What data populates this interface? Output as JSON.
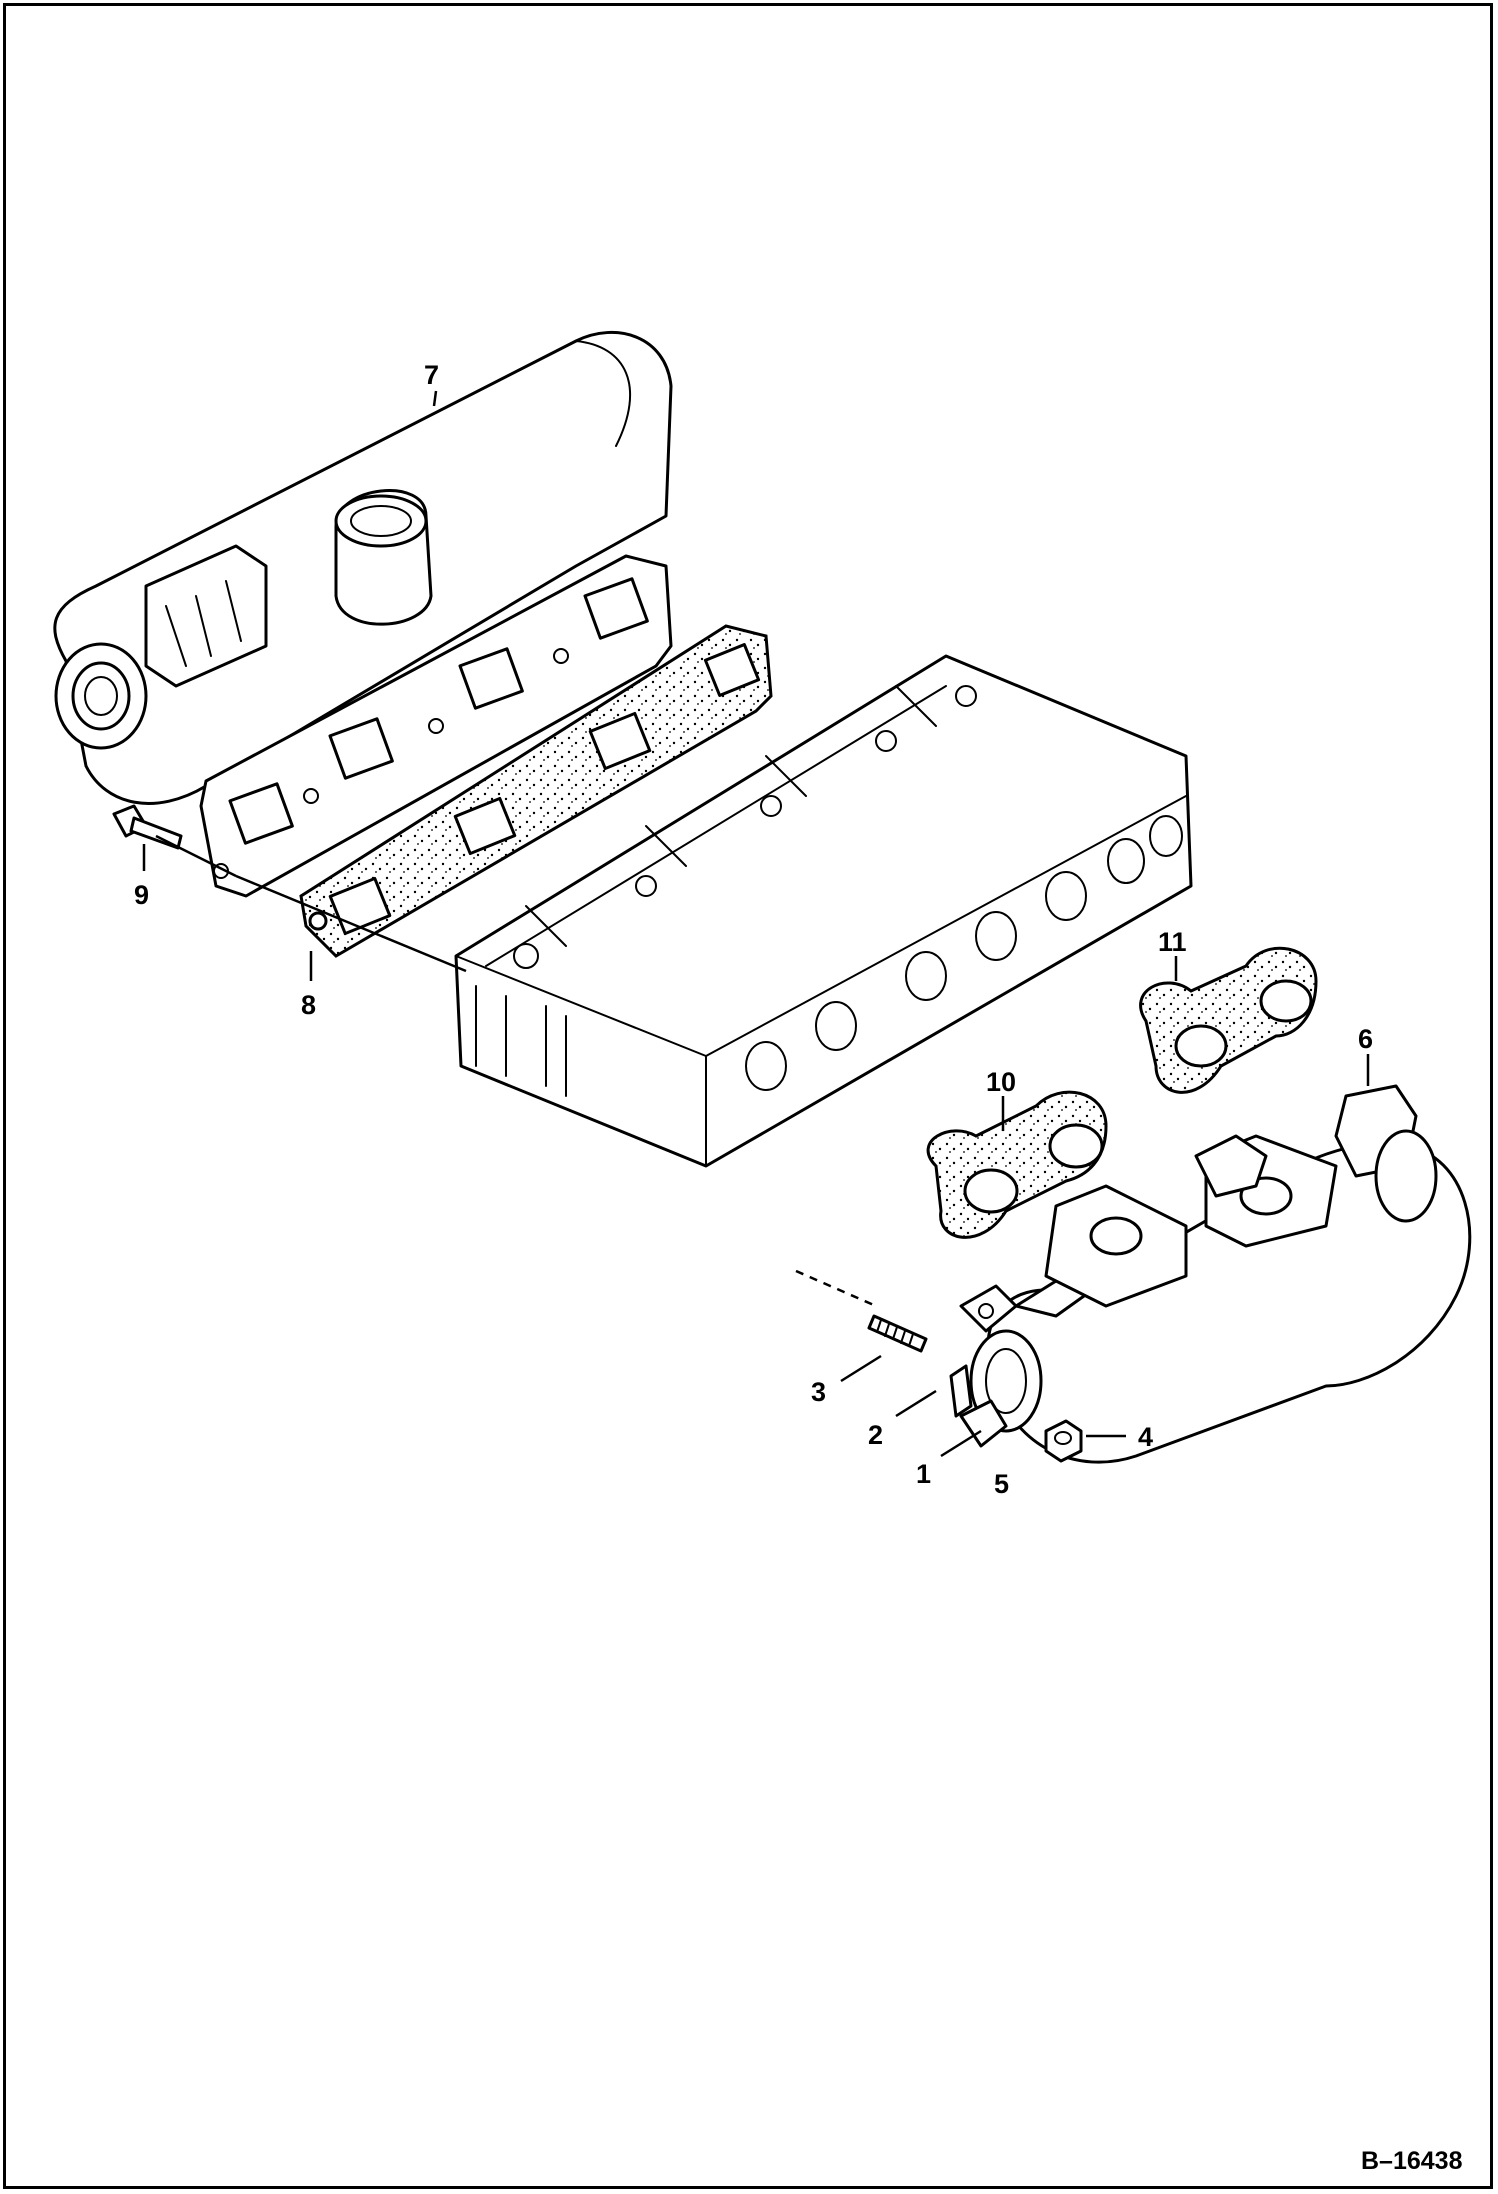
{
  "diagram": {
    "document_id": "B–16438",
    "callouts": [
      {
        "id": "1",
        "label": "1"
      },
      {
        "id": "2",
        "label": "2"
      },
      {
        "id": "3",
        "label": "3"
      },
      {
        "id": "4",
        "label": "4"
      },
      {
        "id": "5",
        "label": "5"
      },
      {
        "id": "6",
        "label": "6"
      },
      {
        "id": "7",
        "label": "7"
      },
      {
        "id": "8",
        "label": "8"
      },
      {
        "id": "9",
        "label": "9"
      },
      {
        "id": "10",
        "label": "10"
      },
      {
        "id": "11",
        "label": "11"
      }
    ]
  },
  "colors": {
    "line": "#000000",
    "background": "#ffffff"
  }
}
